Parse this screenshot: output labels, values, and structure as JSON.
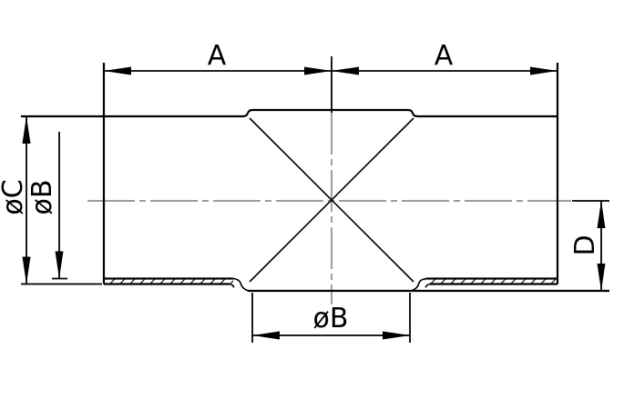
{
  "drawing": {
    "labels": {
      "dim_a_left": "A",
      "dim_a_right": "A",
      "dim_dia_c": "øC",
      "dim_dia_b_left": "øB",
      "dim_d": "D",
      "dim_dia_b_bottom": "øB"
    },
    "colors": {
      "line": "#000000",
      "centerline": "#8e8e8e",
      "background": "#ffffff"
    }
  }
}
